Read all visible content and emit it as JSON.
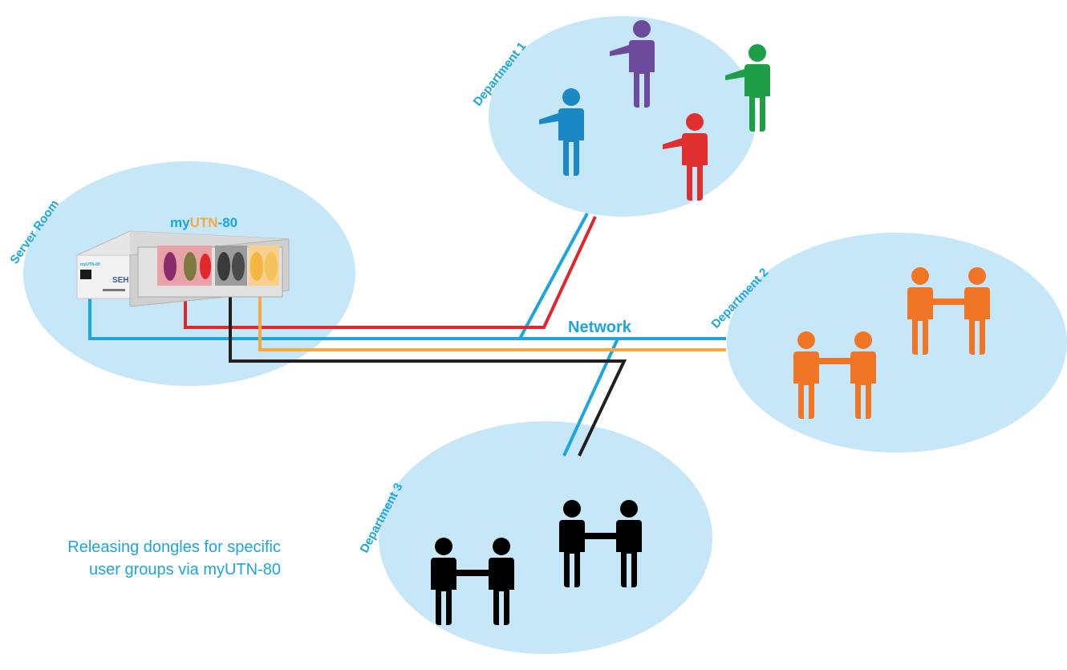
{
  "zones": {
    "server_room": "Server Room",
    "department_1": "Department 1",
    "department_2": "Department 2",
    "department_3": "Department 3"
  },
  "device": {
    "brand_prefix": "my",
    "brand_mid": "UTN",
    "brand_suffix": "-80",
    "maker": "SEH",
    "small_label": "myUTN-80"
  },
  "network_label": "Network",
  "caption": {
    "line1": "Releasing dongles for specific",
    "line2": "user groups via myUTN-80"
  },
  "colors": {
    "zone_fill": "#c6e7f8",
    "network_blue": "#1ba6e3",
    "red": "#e3262b",
    "orange_line": "#f7a941",
    "black": "#231f20",
    "person_blue": "#1b88c5",
    "person_purple": "#6d4a9c",
    "person_green": "#1f9e48",
    "person_red": "#e02f2f",
    "person_orange": "#f07524",
    "person_black": "#000000"
  }
}
